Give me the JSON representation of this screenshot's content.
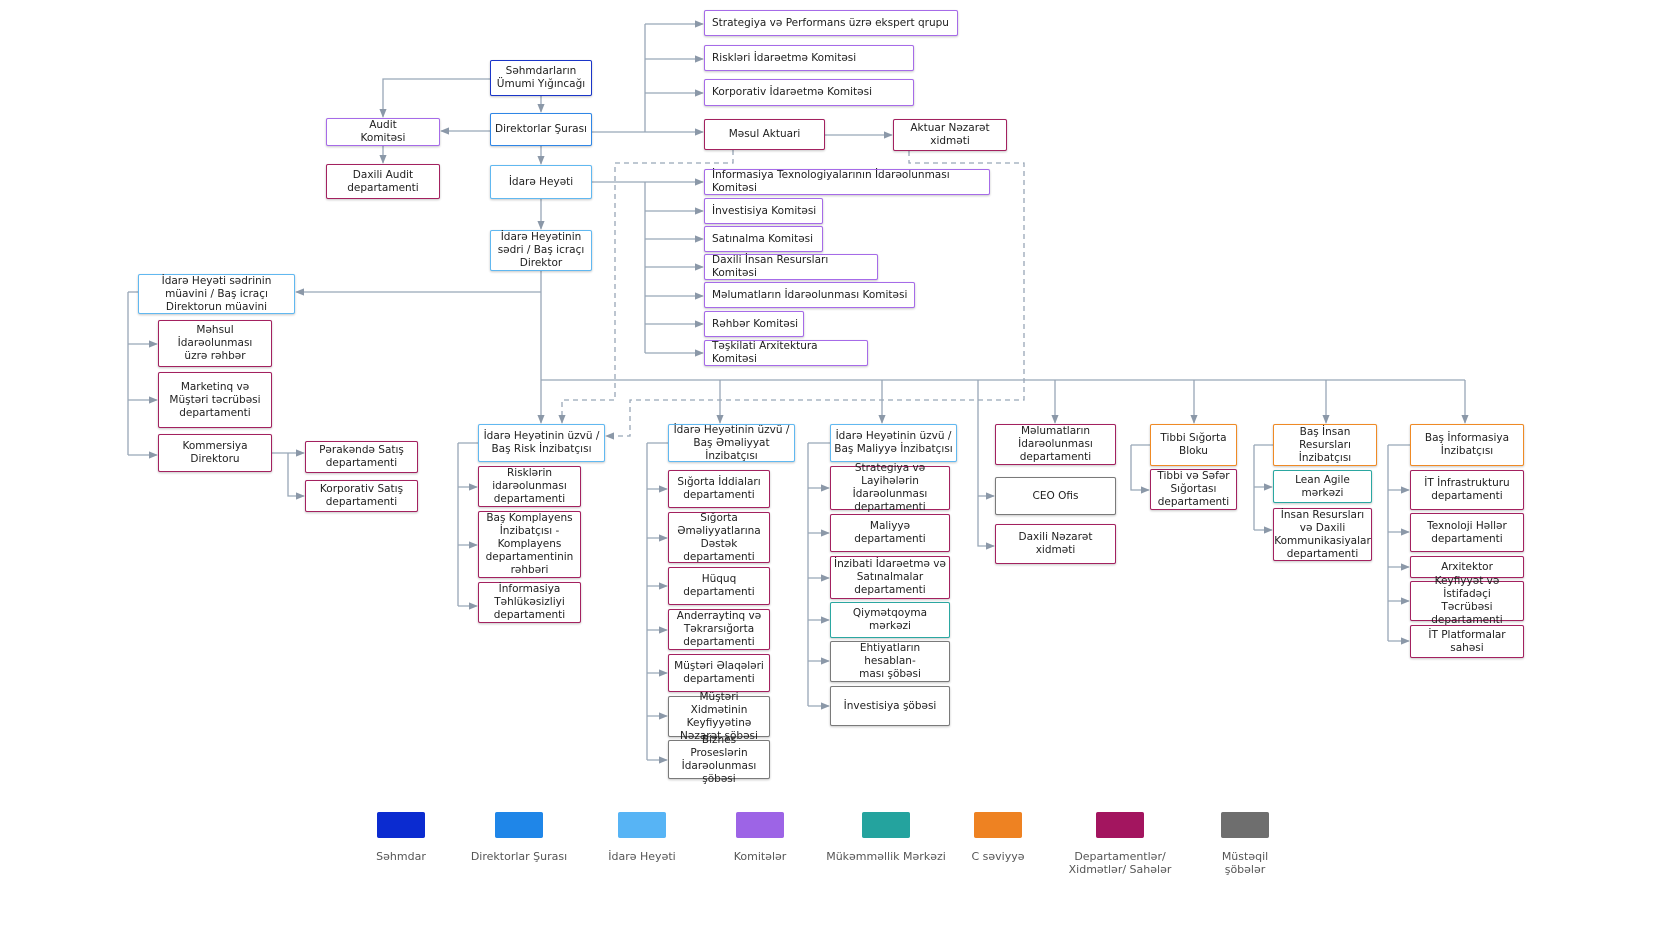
{
  "categories": [
    {
      "key": "shareholders",
      "label": "Səhmdar",
      "color": "#0b2bd0"
    },
    {
      "key": "board",
      "label": "Direktorlar Şurası",
      "color": "#1f86e8"
    },
    {
      "key": "management",
      "label": "İdarə Heyəti",
      "color": "#57b4f5"
    },
    {
      "key": "committees",
      "label": "Komitələr",
      "color": "#9d64e6"
    },
    {
      "key": "excellence",
      "label": "Mükəmməllik Mərkəzi",
      "color": "#24a39e"
    },
    {
      "key": "clevel",
      "label": "C səviyyə",
      "color": "#ee8222"
    },
    {
      "key": "departments",
      "label": "Departamentlər/\nXidmətlər/ Sahələr",
      "color": "#a3155f"
    },
    {
      "key": "independent",
      "label": "Müstəqil\nşöbələr",
      "color": "#6e6e6e"
    }
  ],
  "nodes": {
    "shareholders_meeting": {
      "label": "Səhmdarların\nÜmumi Yığıncağı",
      "category": "shareholders"
    },
    "board_of_directors": {
      "label": "Direktorlar Şurası",
      "category": "board"
    },
    "audit_committee": {
      "label": "Audit\nKomitəsi",
      "category": "committees"
    },
    "internal_audit": {
      "label": "Daxili Audit\ndepartamenti",
      "category": "departments"
    },
    "strategy_group": {
      "label": "Strategiya və Performans üzrə ekspert qrupu",
      "category": "committees"
    },
    "risk_committee": {
      "label": "Riskləri İdarəetmə Komitəsi",
      "category": "committees"
    },
    "corp_gov_committee": {
      "label": "Korporativ İdarəetmə Komitəsi",
      "category": "committees"
    },
    "actuary": {
      "label": "Məsul Aktuari",
      "category": "departments"
    },
    "actuary_control": {
      "label": "Aktuar Nəzarət\nxidməti",
      "category": "departments"
    },
    "management_board": {
      "label": "İdarə Heyəti",
      "category": "management"
    },
    "it_committee": {
      "label": "İnformasiya Texnologiyalarının İdarəolunması Komitəsi",
      "category": "committees"
    },
    "investment_committee": {
      "label": "İnvestisiya Komitəsi",
      "category": "committees"
    },
    "procurement_committee": {
      "label": "Satınalma Komitəsi",
      "category": "committees"
    },
    "hr_committee": {
      "label": "Daxili İnsan Resursları Komitəsi",
      "category": "committees"
    },
    "data_committee": {
      "label": "Məlumatların İdarəolunması Komitəsi",
      "category": "committees"
    },
    "leaders_committee": {
      "label": "Rəhbər Komitəsi",
      "category": "committees"
    },
    "org_arch_committee": {
      "label": "Təşkilati Arxitektura Komitəsi",
      "category": "committees"
    },
    "ceo": {
      "label": "İdarə Heyətinin\nsədri / Baş icraçı\nDirektor",
      "category": "management"
    },
    "deputy_ceo": {
      "label": "İdarə Heyəti sədrinin\nmüavini / Baş icraçı\nDirektorun müavini",
      "category": "management"
    },
    "product_head": {
      "label": "Məhsul\nİdarəolunması\nüzrə rəhbər",
      "category": "departments"
    },
    "marketing_dept": {
      "label": "Marketinq və\nMüştəri təcrübəsi\ndepartamenti",
      "category": "departments"
    },
    "commercial_director": {
      "label": "Kommersiya\nDirektoru",
      "category": "departments"
    },
    "retail_sales": {
      "label": "Pərakəndə Satış\ndepartamenti",
      "category": "departments"
    },
    "corporate_sales": {
      "label": "Korporativ Satış\ndepartamenti",
      "category": "departments"
    },
    "cro": {
      "label": "İdarə Heyətinin üzvü /\nBaş Risk İnzibatçısı",
      "category": "management"
    },
    "risk_dept": {
      "label": "Risklərin\nidarəolunması\ndepartamenti",
      "category": "departments"
    },
    "compliance": {
      "label": "Baş Komplayens\nİnzibatçısı -\nKomplayens\ndepartamentinin\nrəhbəri",
      "category": "departments"
    },
    "infosec": {
      "label": "İnformasiya\nTəhlükəsizliyi\ndepartamenti",
      "category": "departments"
    },
    "coo": {
      "label": "İdarə Heyətinin üzvü /\nBaş Əməliyyat İnzibatçısı",
      "category": "management"
    },
    "claims": {
      "label": "Sığorta İddiaları\ndepartamenti",
      "category": "departments"
    },
    "ops_support": {
      "label": "Sığorta\nƏməliyyatlarına\nDəstək\ndepartamenti",
      "category": "departments"
    },
    "legal": {
      "label": "Hüquq\ndepartamenti",
      "category": "departments"
    },
    "underwriting": {
      "label": "Anderraytinq və\nTəkrarsığorta\ndepartamenti",
      "category": "departments"
    },
    "client_relations": {
      "label": "Müştəri Əlaqələri\ndepartamenti",
      "category": "departments"
    },
    "service_quality": {
      "label": "Müştəri Xidmətinin\nKeyfiyyətinə\nNəzarət şöbəsi",
      "category": "independent"
    },
    "bpm": {
      "label": "Biznes Proseslərin\nİdarəolunması\nşöbəsi",
      "category": "independent"
    },
    "cfo": {
      "label": "İdarə Heyətinin üzvü /\nBaş Maliyyə İnzibatçısı",
      "category": "management"
    },
    "strategy_projects": {
      "label": "Strategiya və Layihələrin\nİdarəolunması\ndepartamenti",
      "category": "departments"
    },
    "finance_dept": {
      "label": "Maliyyə departamenti",
      "category": "departments"
    },
    "admin_procurement": {
      "label": "İnzibati İdarəetmə və\nSatınalmalar\ndepartamenti",
      "category": "departments"
    },
    "pricing_center": {
      "label": "Qiymətqoyma mərkəzi",
      "category": "excellence"
    },
    "reserves_unit": {
      "label": "Ehtiyatların hesablan-\nması şöbəsi",
      "category": "independent"
    },
    "investment_unit": {
      "label": "İnvestisiya şöbəsi",
      "category": "independent"
    },
    "data_mgmt_dept": {
      "label": "Məlumatların\nİdarəolunması\ndepartamenti",
      "category": "departments"
    },
    "ceo_office": {
      "label": "CEO Ofis",
      "category": "independent"
    },
    "internal_control": {
      "label": "Daxili Nəzarət\nxidməti",
      "category": "departments"
    },
    "health_block": {
      "label": "Tibbi Sığorta\nBloku",
      "category": "clevel"
    },
    "health_travel": {
      "label": "Tibbi və Səfər\nSığortası\ndepartamenti",
      "category": "departments"
    },
    "chro": {
      "label": "Baş İnsan Resursları\nİnzibatçısı",
      "category": "clevel"
    },
    "lean_agile": {
      "label": "Lean Agile mərkəzi",
      "category": "excellence"
    },
    "hr_comms": {
      "label": "İnsan Resursları\nvə Daxili\nKommunikasiyalar\ndepartamenti",
      "category": "departments"
    },
    "cio": {
      "label": "Baş İnformasiya\nİnzibatçısı",
      "category": "clevel"
    },
    "it_infra": {
      "label": "İT İnfrastrukturu\ndepartamenti",
      "category": "departments"
    },
    "tech_solutions": {
      "label": "Texnoloji Həllər\ndepartamenti",
      "category": "departments"
    },
    "architect": {
      "label": "Arxitektor",
      "category": "departments"
    },
    "quality_ux": {
      "label": "Keyfiyyət və İstifadəçi\nTəcrübəsi\ndepartamenti",
      "category": "departments"
    },
    "it_platforms": {
      "label": "İT Platformalar\nsahəsi",
      "category": "departments"
    }
  }
}
